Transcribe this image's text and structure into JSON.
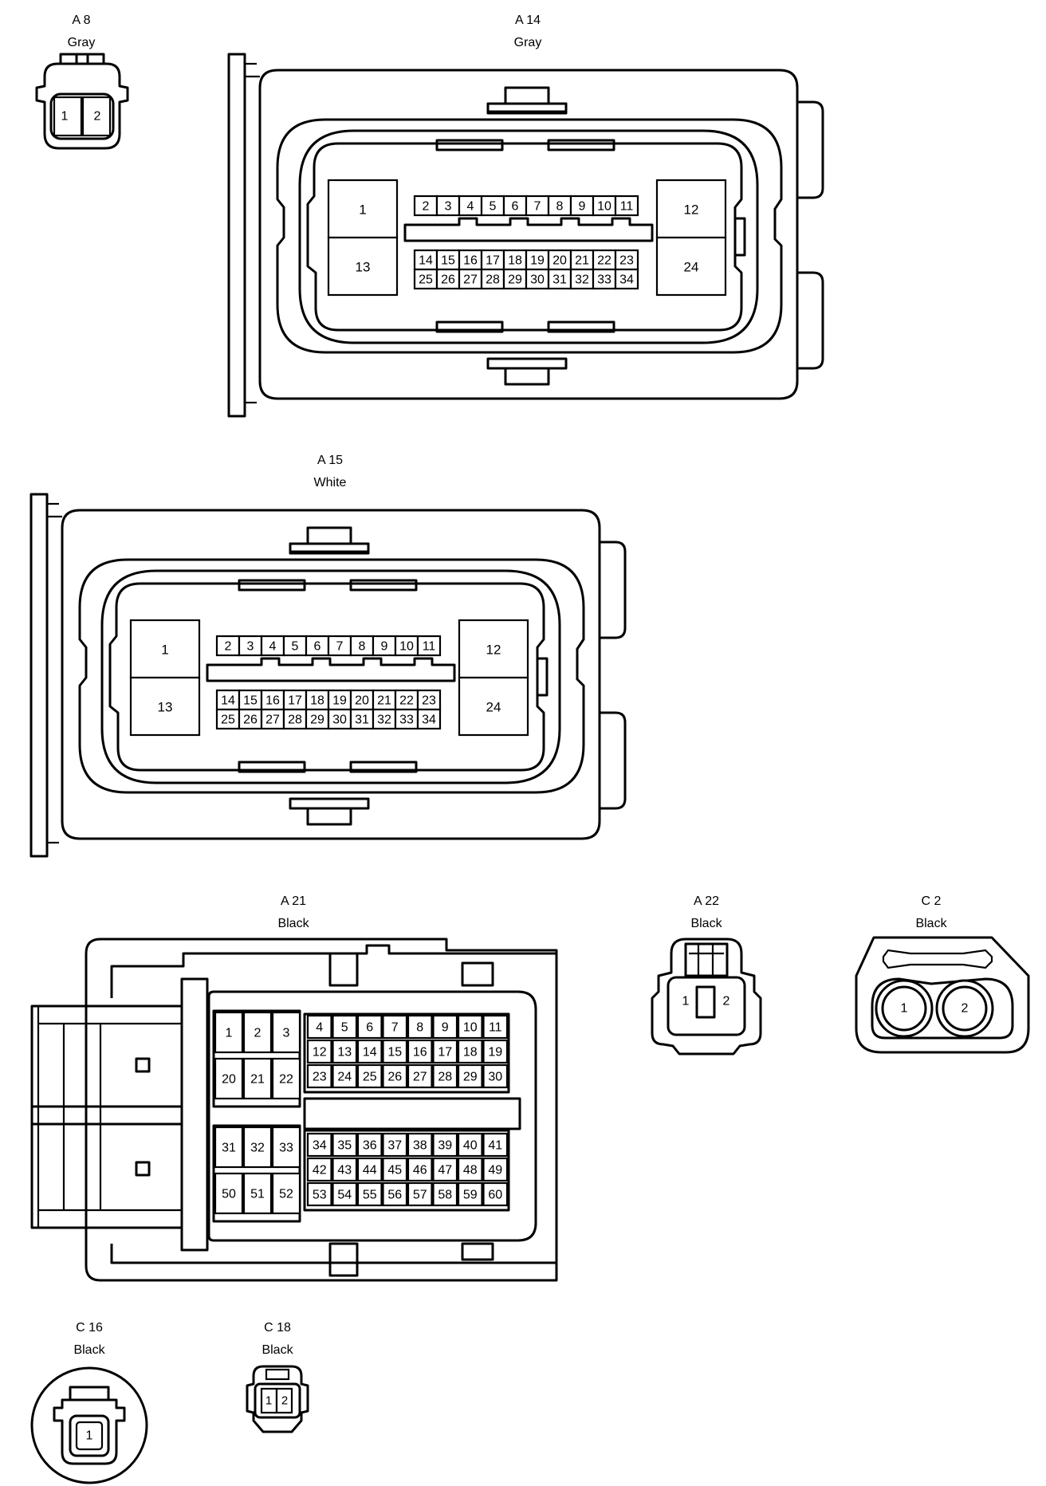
{
  "connectors": [
    {
      "id": "A 8",
      "color": "Gray",
      "pins": [
        "1",
        "2"
      ]
    },
    {
      "id": "A 14",
      "color": "Gray",
      "big_pins": [
        "1",
        "13",
        "12",
        "24"
      ],
      "row_top": [
        "2",
        "3",
        "4",
        "5",
        "6",
        "7",
        "8",
        "9",
        "10",
        "11"
      ],
      "row_mid": [
        "14",
        "15",
        "16",
        "17",
        "18",
        "19",
        "20",
        "21",
        "22",
        "23"
      ],
      "row_bot": [
        "25",
        "26",
        "27",
        "28",
        "29",
        "30",
        "31",
        "32",
        "33",
        "34"
      ]
    },
    {
      "id": "A 15",
      "color": "White",
      "big_pins": [
        "1",
        "13",
        "12",
        "24"
      ],
      "row_top": [
        "2",
        "3",
        "4",
        "5",
        "6",
        "7",
        "8",
        "9",
        "10",
        "11"
      ],
      "row_mid": [
        "14",
        "15",
        "16",
        "17",
        "18",
        "19",
        "20",
        "21",
        "22",
        "23"
      ],
      "row_bot": [
        "25",
        "26",
        "27",
        "28",
        "29",
        "30",
        "31",
        "32",
        "33",
        "34"
      ]
    },
    {
      "id": "A 21",
      "color": "Black",
      "left_top": [
        [
          "1",
          "2",
          "3"
        ],
        [
          "20",
          "21",
          "22"
        ]
      ],
      "left_bot": [
        [
          "31",
          "32",
          "33"
        ],
        [
          "50",
          "51",
          "52"
        ]
      ],
      "right_top": [
        [
          "4",
          "5",
          "6",
          "7",
          "8",
          "9",
          "10",
          "11"
        ],
        [
          "12",
          "13",
          "14",
          "15",
          "16",
          "17",
          "18",
          "19"
        ],
        [
          "23",
          "24",
          "25",
          "26",
          "27",
          "28",
          "29",
          "30"
        ]
      ],
      "right_bot": [
        [
          "34",
          "35",
          "36",
          "37",
          "38",
          "39",
          "40",
          "41"
        ],
        [
          "42",
          "43",
          "44",
          "45",
          "46",
          "47",
          "48",
          "49"
        ],
        [
          "53",
          "54",
          "55",
          "56",
          "57",
          "58",
          "59",
          "60"
        ]
      ]
    },
    {
      "id": "A 22",
      "color": "Black",
      "pins": [
        "1",
        "2"
      ]
    },
    {
      "id": "C 2",
      "color": "Black",
      "pins": [
        "1",
        "2"
      ]
    },
    {
      "id": "C 16",
      "color": "Black",
      "pins": [
        "1"
      ]
    },
    {
      "id": "C 18",
      "color": "Black",
      "pins": [
        "1",
        "2"
      ]
    }
  ]
}
